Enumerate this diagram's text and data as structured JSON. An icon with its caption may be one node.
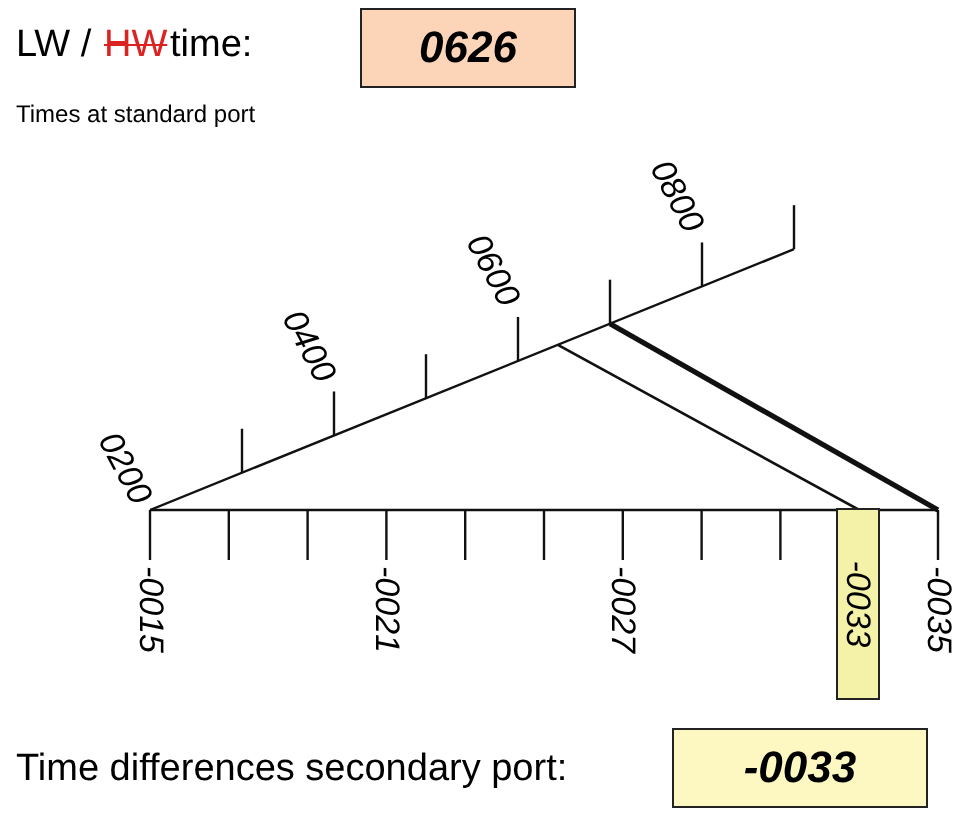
{
  "diagram": {
    "nodes": [
      {
        "text": [
          "0626"
        ]
      },
      {
        "text": [
          "-0033"
        ]
      },
      {
        "text": [
          "-0033"
        ]
      }
    ],
    "labels": [
      "LW /",
      "HW",
      "time:",
      "Times at standard port",
      "0200",
      "0400",
      "0600",
      "0800",
      "-0015",
      "-0021",
      "-0027",
      "-0035",
      "Time differences secondary port:"
    ]
  }
}
